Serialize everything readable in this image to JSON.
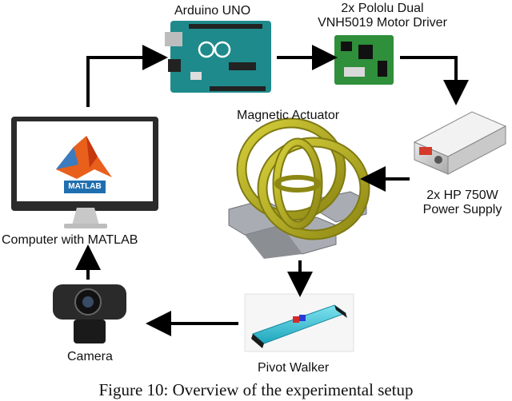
{
  "labels": {
    "arduino": "Arduino UNO",
    "driver_line1": "2x Pololu Dual",
    "driver_line2": "VNH5019 Motor Driver",
    "actuator": "Magnetic Actuator",
    "power_line1": "2x HP 750W",
    "power_line2": "Power Supply",
    "computer": "Computer with MATLAB",
    "matlab_badge": "MATLAB",
    "pivot_walker": "Pivot Walker",
    "camera": "Camera"
  },
  "caption": "Figure 10: Overview of the experimental setup",
  "colors": {
    "arduino_board": "#1f8a8c",
    "driver_board": "#2f8f3a",
    "coil": "#b9b020",
    "coil_dark": "#7f7a12",
    "walker": "#36c2d6",
    "arrow": "#000000",
    "matlab_badge": "#1f6fb0"
  }
}
